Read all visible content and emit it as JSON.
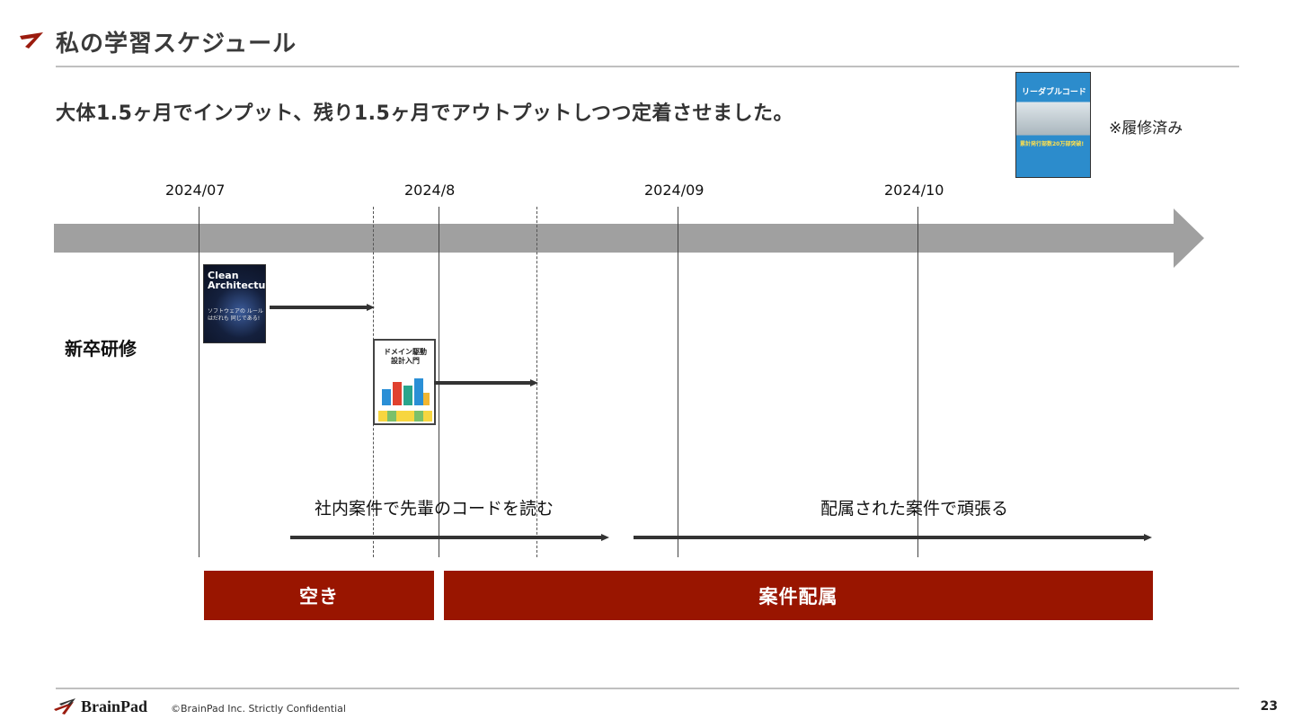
{
  "header": {
    "title": "私の学習スケジュール"
  },
  "summary": "大体1.5ヶ月でインプット、残り1.5ヶ月でアウトプットしつつ定着させました。",
  "books": {
    "readable_code": {
      "title": "リーダブルコード",
      "sticker": "累計発行部数20万部突破!",
      "note": "※履修済み"
    },
    "clean_architecture": {
      "title_line1": "Clean",
      "title_line2": "Architecture",
      "subtitle": "ソフトウェアの ルールはだれも 同じである!"
    },
    "ddd": {
      "title": "ドメイン駆動 設計入門"
    }
  },
  "timeline": {
    "dates": [
      "2024/07",
      "2024/8",
      "2024/09",
      "2024/10"
    ]
  },
  "labels": {
    "training": "新卒研修",
    "read_code": "社内案件で先輩のコードを読む",
    "assigned_work": "配属された案件で頑張る"
  },
  "phases": {
    "idle": "空き",
    "assigned": "案件配属"
  },
  "footer": {
    "logo": "BrainPad",
    "copyright": "©BrainPad Inc.  Strictly Confidential",
    "page_number": "23"
  },
  "colors": {
    "accent": "#991500",
    "timeline": "#a0a0a0"
  }
}
